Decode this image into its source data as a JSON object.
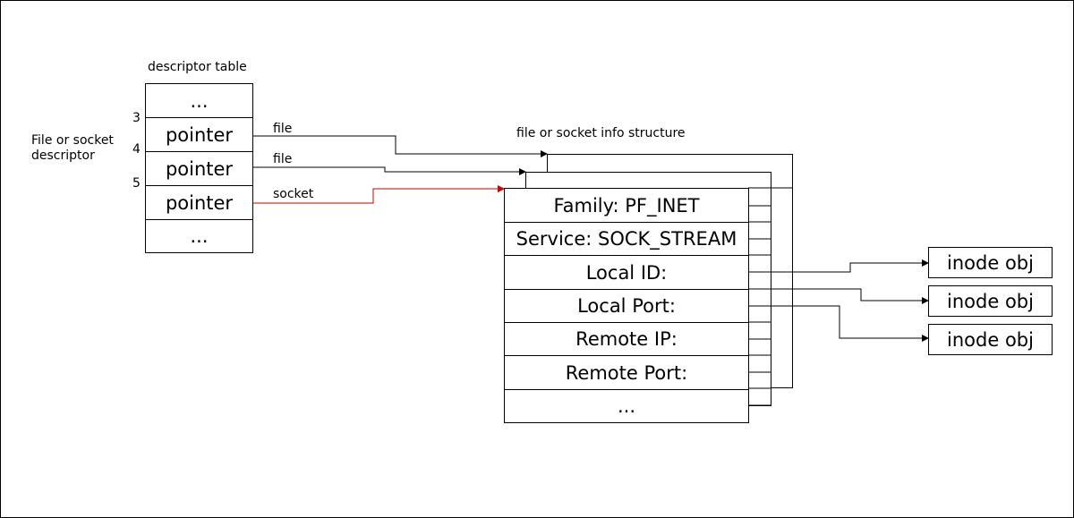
{
  "diagram": {
    "descriptor_table_label": "descriptor table",
    "descriptor_caption": "File or socket descriptor",
    "info_structure_label": "file or socket info structure",
    "index_labels": [
      "3",
      "4",
      "5"
    ],
    "descriptor_rows": [
      "...",
      "pointer",
      "pointer",
      "pointer",
      "..."
    ],
    "arrow_labels": [
      "file",
      "file",
      "socket"
    ],
    "info_rows": [
      "Family: PF_INET",
      "Service: SOCK_STREAM",
      "Local ID:",
      "Local Port:",
      "Remote IP:",
      "Remote Port:",
      "..."
    ],
    "inode_labels": [
      "inode obj",
      "inode obj",
      "inode obj"
    ],
    "colors": {
      "line": "#000000",
      "socket_arrow": "#cc0000",
      "background": "#ffffff"
    }
  }
}
